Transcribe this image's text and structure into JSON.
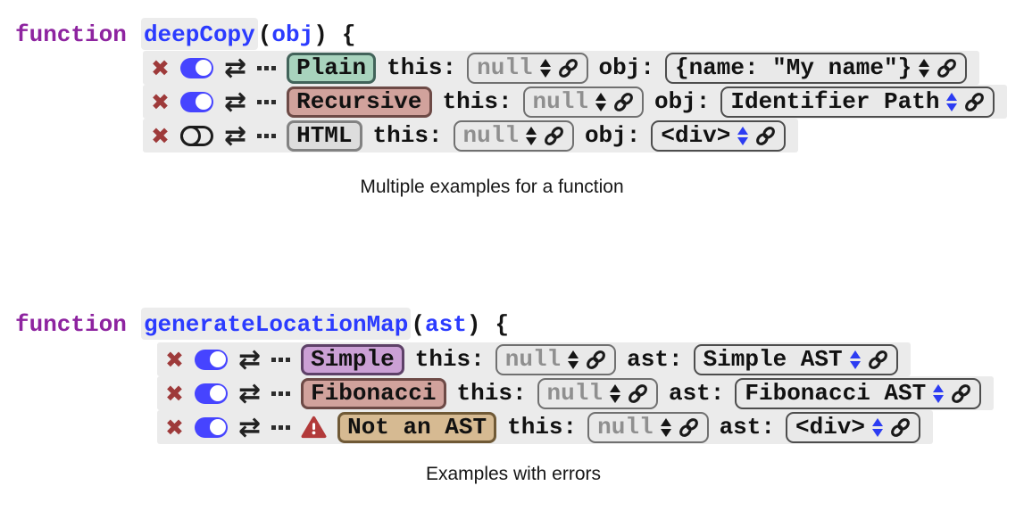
{
  "colors": {
    "keyword_purple": "#8e24a0",
    "identifier_blue": "#2b3bff",
    "row_background": "#ebebeb",
    "toggle_on_blue": "#4644ff",
    "delete_x_red": "#9e3a3a",
    "warning_red": "#b23a3a",
    "stepper_blue": "#2c3cf2",
    "stepper_black": "#151515"
  },
  "icons": {
    "delete_glyph": "✖",
    "swap_glyph": "⇄",
    "more_options": "ellipsis-dots",
    "value_link": "chain-link-icon",
    "value_stepper": "up-down-stepper-icon",
    "error": "warning-triangle-icon"
  },
  "sections": [
    {
      "signature": {
        "keyword": "function",
        "name": "deepCopy",
        "paren_open": "(",
        "param": "obj",
        "paren_close": ")",
        "brace": "{"
      },
      "caption": "Multiple examples for a function",
      "rows": [
        {
          "name": "Plain",
          "badge_bg": "#a8d3bd",
          "badge_border": "#42635a",
          "enabled": true,
          "warning": false,
          "args": [
            {
              "label": "this:",
              "value": "null",
              "is_null": true,
              "stepper": "black"
            },
            {
              "label": "obj:",
              "value": "{name: \"My name\"}",
              "is_null": false,
              "stepper": "black"
            }
          ]
        },
        {
          "name": "Recursive",
          "badge_bg": "#d1a29c",
          "badge_border": "#6d4a46",
          "enabled": true,
          "warning": false,
          "args": [
            {
              "label": "this:",
              "value": "null",
              "is_null": true,
              "stepper": "black"
            },
            {
              "label": "obj:",
              "value": "Identifier Path",
              "is_null": false,
              "stepper": "blue"
            }
          ]
        },
        {
          "name": "HTML",
          "badge_bg": "#dddddd",
          "badge_border": "#828282",
          "enabled": false,
          "warning": false,
          "args": [
            {
              "label": "this:",
              "value": "null",
              "is_null": true,
              "stepper": "black"
            },
            {
              "label": "obj:",
              "value": "<div>",
              "is_null": false,
              "stepper": "blue"
            }
          ]
        }
      ]
    },
    {
      "signature": {
        "keyword": "function",
        "name": "generateLocationMap",
        "paren_open": "(",
        "param": "ast",
        "paren_close": ")",
        "brace": "{"
      },
      "caption": "Examples with errors",
      "rows": [
        {
          "name": "Simple",
          "badge_bg": "#cba0d5",
          "badge_border": "#5e4168",
          "enabled": true,
          "warning": false,
          "args": [
            {
              "label": "this:",
              "value": "null",
              "is_null": true,
              "stepper": "black"
            },
            {
              "label": "ast:",
              "value": "Simple AST",
              "is_null": false,
              "stepper": "blue"
            }
          ]
        },
        {
          "name": "Fibonacci",
          "badge_bg": "#d1a29c",
          "badge_border": "#6d4a46",
          "enabled": true,
          "warning": false,
          "args": [
            {
              "label": "this:",
              "value": "null",
              "is_null": true,
              "stepper": "black"
            },
            {
              "label": "ast:",
              "value": "Fibonacci AST",
              "is_null": false,
              "stepper": "blue"
            }
          ]
        },
        {
          "name": "Not an AST",
          "badge_bg": "#d6ba92",
          "badge_border": "#6f5936",
          "enabled": true,
          "warning": true,
          "args": [
            {
              "label": "this:",
              "value": "null",
              "is_null": true,
              "stepper": "black"
            },
            {
              "label": "ast:",
              "value": "<div>",
              "is_null": false,
              "stepper": "blue"
            }
          ]
        }
      ]
    }
  ]
}
